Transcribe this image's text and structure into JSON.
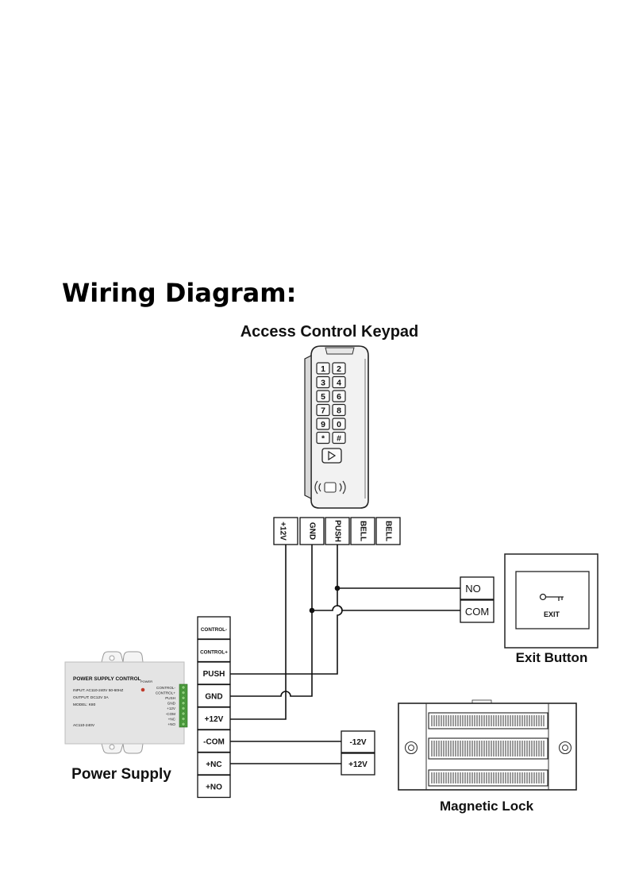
{
  "title": "Wiring Diagram:",
  "keypad": {
    "caption": "Access Control Keypad",
    "keys": [
      "1",
      "2",
      "3",
      "4",
      "5",
      "6",
      "7",
      "8",
      "9",
      "0",
      "*",
      "#"
    ],
    "terminals": [
      "+12V",
      "GND",
      "PUSH",
      "BELL",
      "BELL"
    ]
  },
  "exit_button": {
    "caption": "Exit Button",
    "label": "EXIT",
    "terminals": [
      "NO",
      "COM"
    ]
  },
  "power_supply": {
    "caption": "Power Supply",
    "unit_title": "POWER SUPPLY CONTROL",
    "unit_power": "POWER",
    "unit_lines": [
      "INPUT: AC110-240V 50-60HZ",
      "OUTPUT: DC12V 3A",
      "MODEL: K80"
    ],
    "unit_voltage": "AC110-240V",
    "unit_terminals": [
      "CONTROL-",
      "CONTROL+",
      "PUSH",
      "GND",
      "+12V",
      "-COM",
      "+NC",
      "+NO"
    ],
    "terminals": [
      "CONTROL-",
      "CONTROL+",
      "PUSH",
      "GND",
      "+12V",
      "-COM",
      "+NC",
      "+NO"
    ]
  },
  "magnetic_lock": {
    "caption": "Magnetic Lock",
    "terminals": [
      "-12V",
      "+12V"
    ]
  },
  "colors": {
    "line": "#111111",
    "terminal_green": "#4a9a3c",
    "device_gray": "#e4e4e4"
  }
}
